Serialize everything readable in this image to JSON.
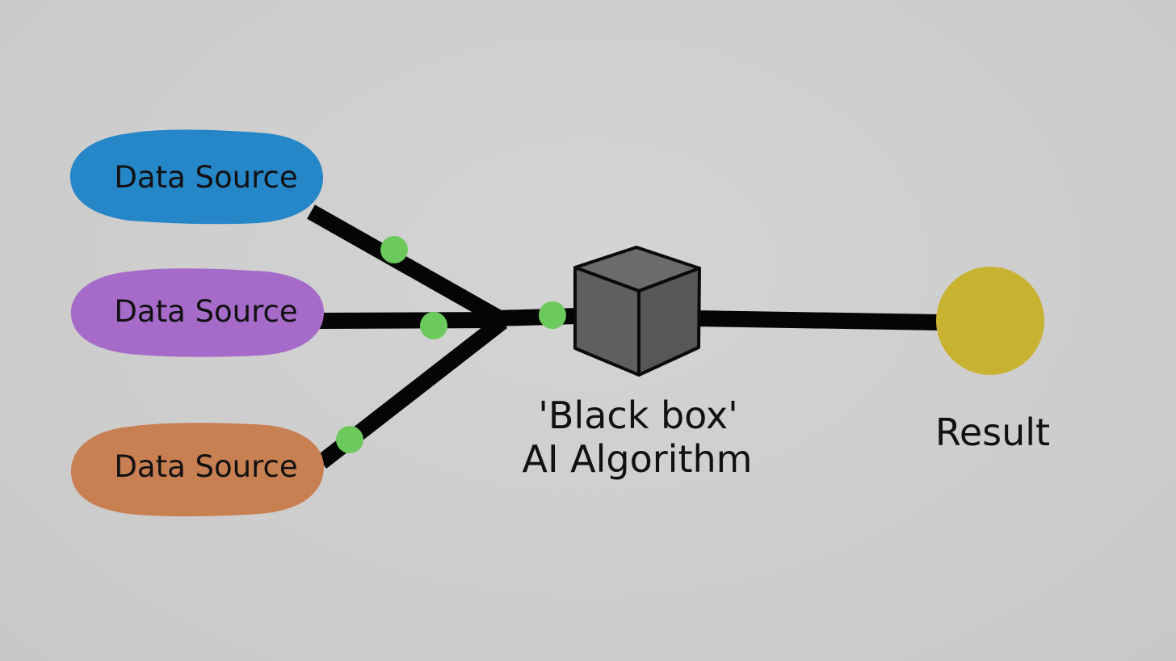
{
  "diagram": {
    "sources": [
      {
        "label": "Data Source",
        "color": "#2586c8"
      },
      {
        "label": "Data Source",
        "color": "#a66bc8"
      },
      {
        "label": "Data Source",
        "color": "#c87f52"
      }
    ],
    "black_box": {
      "caption_line1": "'Black box'",
      "caption_line2": "AI Algorithm",
      "colors": {
        "front": "#5f5f5f",
        "top": "#6b6b6b",
        "side": "#575757"
      }
    },
    "result": {
      "label": "Result",
      "color": "#c8b232"
    },
    "colors": {
      "background": "#cfcfcf",
      "connector": "#050505",
      "data_packet": "#6cc95c"
    }
  }
}
